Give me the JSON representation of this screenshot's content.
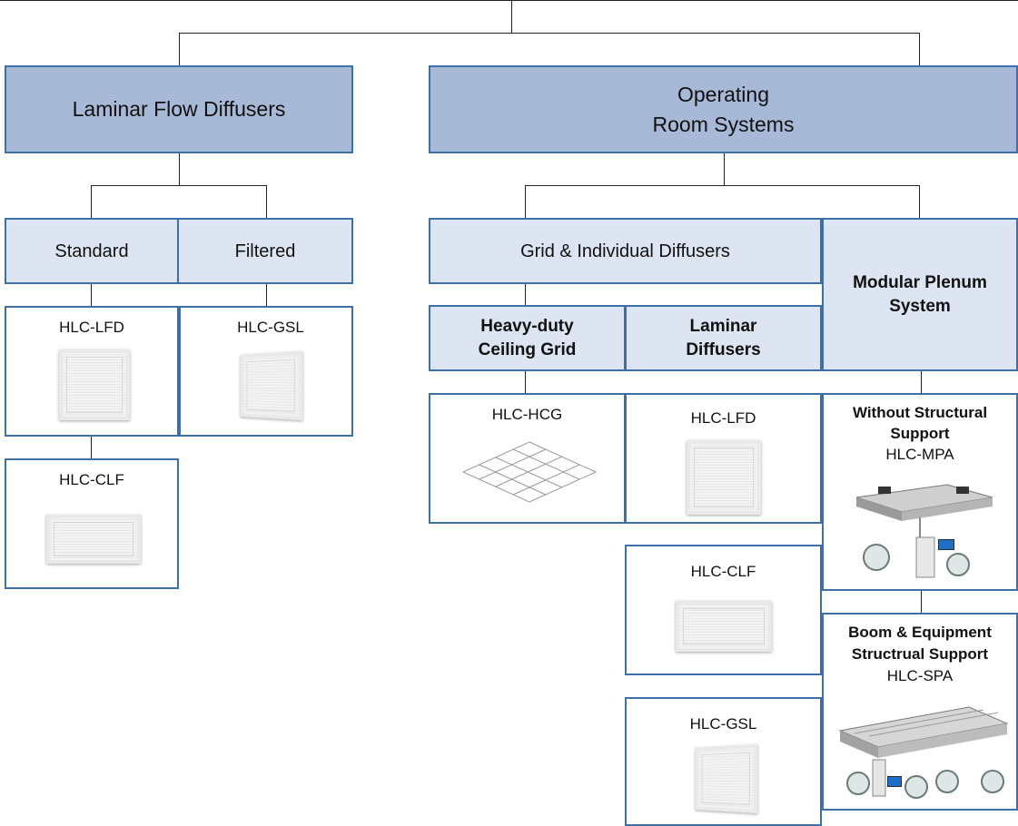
{
  "nodes": {
    "laminar_flow_diffusers": "Laminar Flow Diffusers",
    "operating_room_systems": "Operating\nRoom Systems",
    "standard": "Standard",
    "filtered": "Filtered",
    "grid_individual": "Grid & Individual Diffusers",
    "modular_plenum": "Modular Plenum\nSystem",
    "heavy_duty": "Heavy-duty\nCeiling Grid",
    "laminar_diffusers": "Laminar\nDiffusers"
  },
  "products": {
    "std_lfd": "HLC-LFD",
    "std_clf": "HLC-CLF",
    "filt_gsl": "HLC-GSL",
    "hcg": "HLC-HCG",
    "lam_lfd": "HLC-LFD",
    "lam_clf": "HLC-CLF",
    "lam_gsl": "HLC-GSL",
    "mpa_note": "Without Structural\nSupport",
    "mpa": "HLC-MPA",
    "spa_note": "Boom & Equipment\nStructrual Support",
    "spa": "HLC-SPA"
  },
  "colors": {
    "border": "#3f6fa8",
    "level1_fill": "#a7b9d7",
    "level2_fill": "#dde4f2"
  },
  "icons": {
    "panel": "square-diffuser-image",
    "grid": "ceiling-grid-image",
    "plenum": "modular-plenum-image"
  }
}
